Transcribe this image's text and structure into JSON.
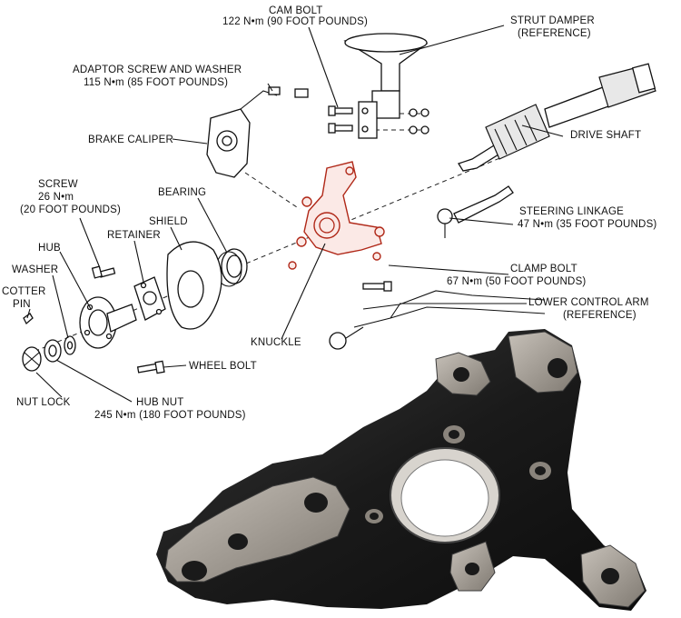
{
  "labels": {
    "cam_bolt": [
      "CAM BOLT",
      "122 N•m (90 FOOT POUNDS)"
    ],
    "strut_damper": [
      "STRUT DAMPER",
      "(REFERENCE)"
    ],
    "adaptor_screw": [
      "ADAPTOR SCREW AND WASHER",
      "115 N•m (85 FOOT POUNDS)"
    ],
    "drive_shaft": [
      "DRIVE SHAFT"
    ],
    "brake_caliper": [
      "BRAKE CALIPER"
    ],
    "screw": [
      "SCREW",
      "26 N•m",
      "(20 FOOT POUNDS)"
    ],
    "bearing": [
      "BEARING"
    ],
    "steering_linkage": [
      "STEERING LINKAGE",
      "47 N•m (35 FOOT POUNDS)"
    ],
    "retainer": [
      "RETAINER"
    ],
    "shield": [
      "SHIELD"
    ],
    "hub": [
      "HUB"
    ],
    "washer": [
      "WASHER"
    ],
    "cotter_pin": [
      "COTTER",
      "PIN"
    ],
    "clamp_bolt": [
      "CLAMP BOLT",
      "67 N•m (50 FOOT POUNDS)"
    ],
    "lower_control_arm": [
      "LOWER CONTROL ARM",
      "(REFERENCE)"
    ],
    "knuckle": [
      "KNUCKLE"
    ],
    "wheel_bolt": [
      "WHEEL BOLT"
    ],
    "nut_lock": [
      "NUT LOCK"
    ],
    "hub_nut": [
      "HUB NUT",
      "245 N•m (180 FOOT POUNDS)"
    ]
  },
  "colors": {
    "highlight": "#b02818",
    "metal_dark": "#1c1c1c",
    "metal_machined": "#9a948c"
  }
}
